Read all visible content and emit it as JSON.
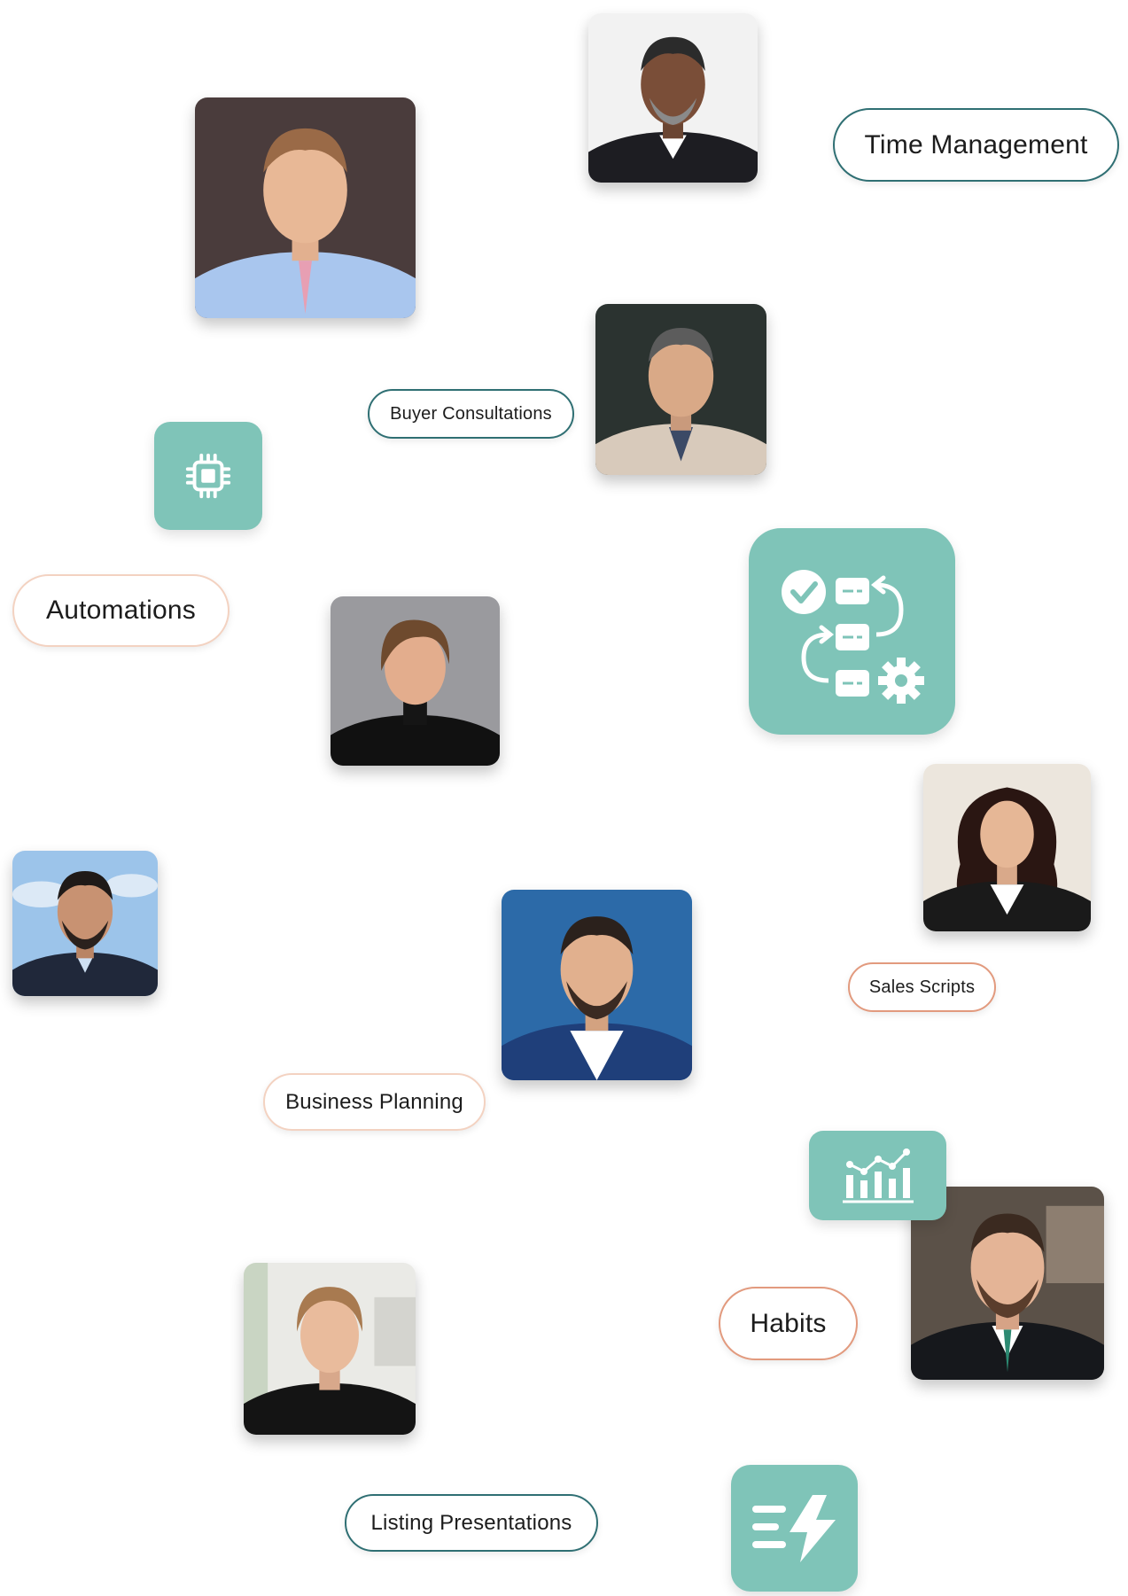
{
  "pills": {
    "time_management": "Time Management",
    "buyer_consultations": "Buyer Consultations",
    "automations": "Automations",
    "sales_scripts": "Sales Scripts",
    "business_planning": "Business Planning",
    "habits": "Habits",
    "listing_presentations": "Listing Presentations"
  },
  "icons": {
    "chip": "chip-icon",
    "workflow": "workflow-icon",
    "chart": "bar-chart-icon",
    "speed": "lightning-speed-icon"
  },
  "colors": {
    "accent_teal": "#7fc4b8",
    "pill_teal_border": "#2f6f73",
    "pill_peach_border": "#f3d2c1",
    "pill_orange_border": "#e29a7e"
  }
}
